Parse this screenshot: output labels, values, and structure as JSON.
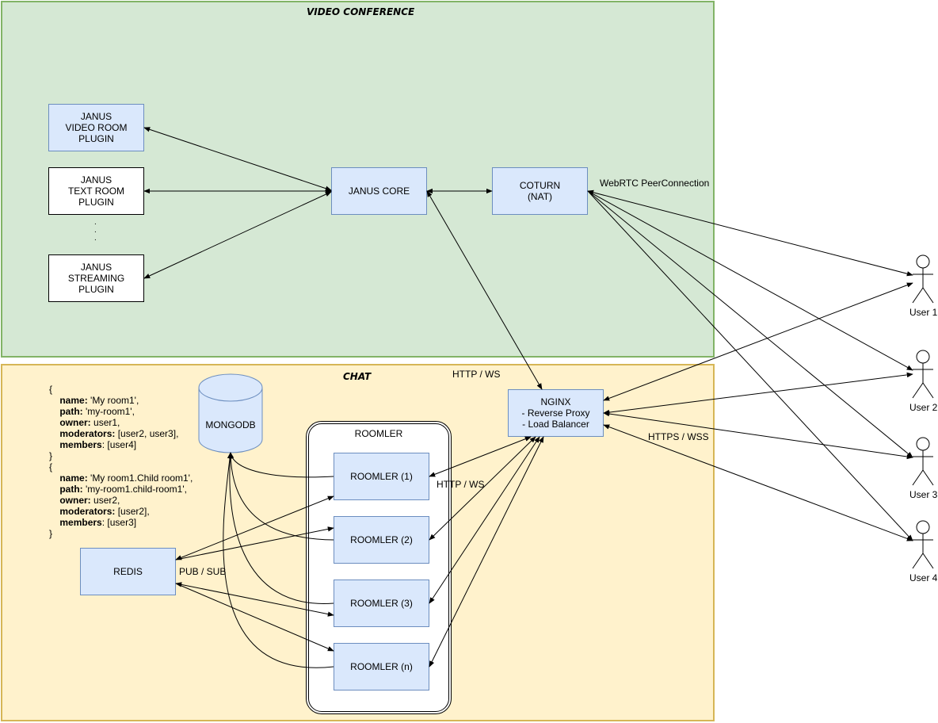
{
  "regions": {
    "video_conference": {
      "title": "VIDEO CONFERENCE",
      "fill": "#d5e8d4",
      "stroke": "#82b366"
    },
    "chat": {
      "title": "CHAT",
      "fill": "#fff2cc",
      "stroke": "#d6b656"
    }
  },
  "nodes": {
    "janus_video_room": "JANUS\nVIDEO ROOM\nPLUGIN",
    "janus_text_room": "JANUS\nTEXT ROOM\nPLUGIN",
    "janus_streaming": "JANUS\nSTREAMING\nPLUGIN",
    "plugin_ellipsis": ".\n.\n.",
    "janus_core": "JANUS CORE",
    "coturn": "COTURN\n(NAT)",
    "nginx": "NGINX\n- Reverse Proxy\n- Load Balancer",
    "mongodb": "MONGODB",
    "redis": "REDIS",
    "roomler_group": "ROOMLER",
    "roomler_1": "ROOMLER (1)",
    "roomler_2": "ROOMLER (2)",
    "roomler_3": "ROOMLER (3)",
    "roomler_n": "ROOMLER (n)"
  },
  "edge_labels": {
    "webrtc": "WebRTC PeerConnection",
    "http_ws_top": "HTTP / WS",
    "http_ws_roomler": "HTTP / WS",
    "https_wss": "HTTPS / WSS",
    "pub_sub": "PUB / SUB"
  },
  "users": [
    "User 1",
    "User 2",
    "User 3",
    "User 4"
  ],
  "room_examples": [
    {
      "open": "{",
      "name_key": "name:",
      "name_val": " 'My room1',",
      "path_key": "path:",
      "path_val": " 'my-room1',",
      "owner_key": "owner:",
      "owner_val": " user1,",
      "mod_key": "moderators:",
      "mod_val": " [user2, user3],",
      "mem_key": "members",
      "mem_val": ": [user4]",
      "close": "}"
    },
    {
      "open": "{",
      "name_key": "name:",
      "name_val": " 'My room1.Child room1',",
      "path_key": "path:",
      "path_val": " 'my-room1.child-room1',",
      "owner_key": "owner:",
      "owner_val": " user2,",
      "mod_key": "moderators:",
      "mod_val": " [user2],",
      "mem_key": "members",
      "mem_val": ": [user3]",
      "close": "}"
    }
  ],
  "colors": {
    "node_fill": "#dae8fc",
    "node_stroke": "#6c8ebf",
    "edge": "#000000"
  }
}
